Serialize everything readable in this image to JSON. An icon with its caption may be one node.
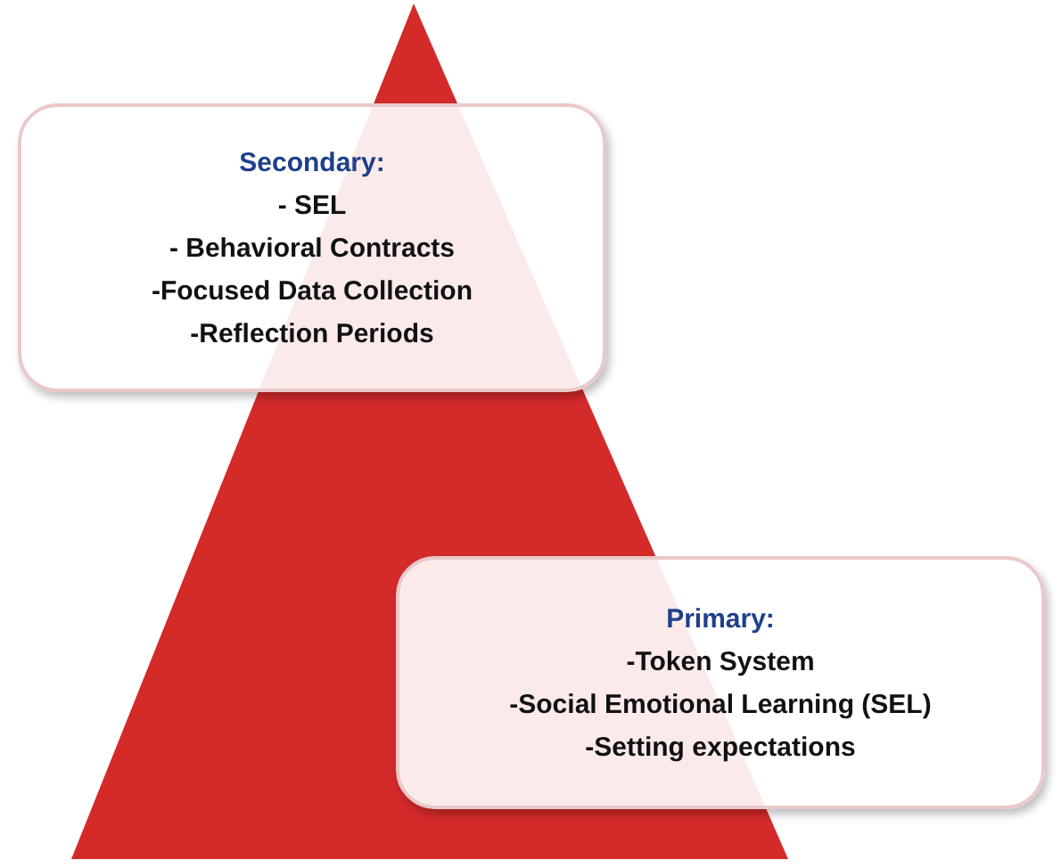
{
  "diagram": {
    "nodes": [
      {
        "text": [
          "Secondary:",
          "- SEL",
          "- Behavioral Contracts",
          "-Focused Data Collection",
          "-Reflection Periods"
        ]
      },
      {
        "text": [
          "Primary:",
          "-Token System",
          "-Social Emotional Learning (SEL)",
          "-Setting expectations"
        ]
      }
    ]
  }
}
